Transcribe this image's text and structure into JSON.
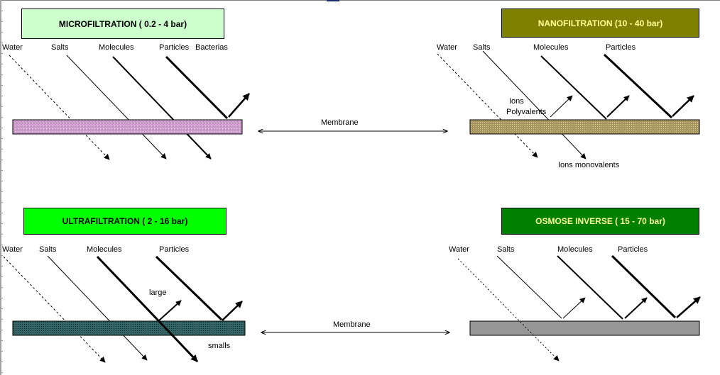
{
  "panels": {
    "micro": {
      "title": "MICROFILTRATION ( 0.2 - 4 bar)",
      "title_bg": "#ccffcc",
      "title_color": "#000000",
      "membrane_color": "#cc99cc",
      "labels": [
        "Water",
        "Salts",
        "Molecules",
        "Particles",
        "Bacterias"
      ]
    },
    "nano": {
      "title": "NANOFILTRATION (10 - 40 bar)",
      "title_bg": "#808000",
      "title_color": "#ffff99",
      "membrane_color": "#b3a36b",
      "labels": [
        "Water",
        "Salts",
        "Molecules",
        "Particles"
      ],
      "annot_ions": "Ions",
      "annot_polyvalents": "Polyvalents",
      "annot_monovalents": "Ions monovalents"
    },
    "ultra": {
      "title": "ULTRAFILTRATION ( 2 - 16 bar)",
      "title_bg": "#00ff00",
      "title_color": "#000000",
      "membrane_color": "#336666",
      "labels": [
        "Water",
        "Salts",
        "Molecules",
        "Particles"
      ],
      "annot_large": "large",
      "annot_smalls": "smalls"
    },
    "osmose": {
      "title": "OSMOSE INVERSE ( 15 - 70  bar)",
      "title_bg": "#008000",
      "title_color": "#ffff99",
      "membrane_color": "#969696",
      "labels": [
        "Water",
        "Salts",
        "Molecules",
        "Particles"
      ]
    }
  },
  "membrane_label_top": "Membrane",
  "membrane_label_bottom": "Membrane"
}
